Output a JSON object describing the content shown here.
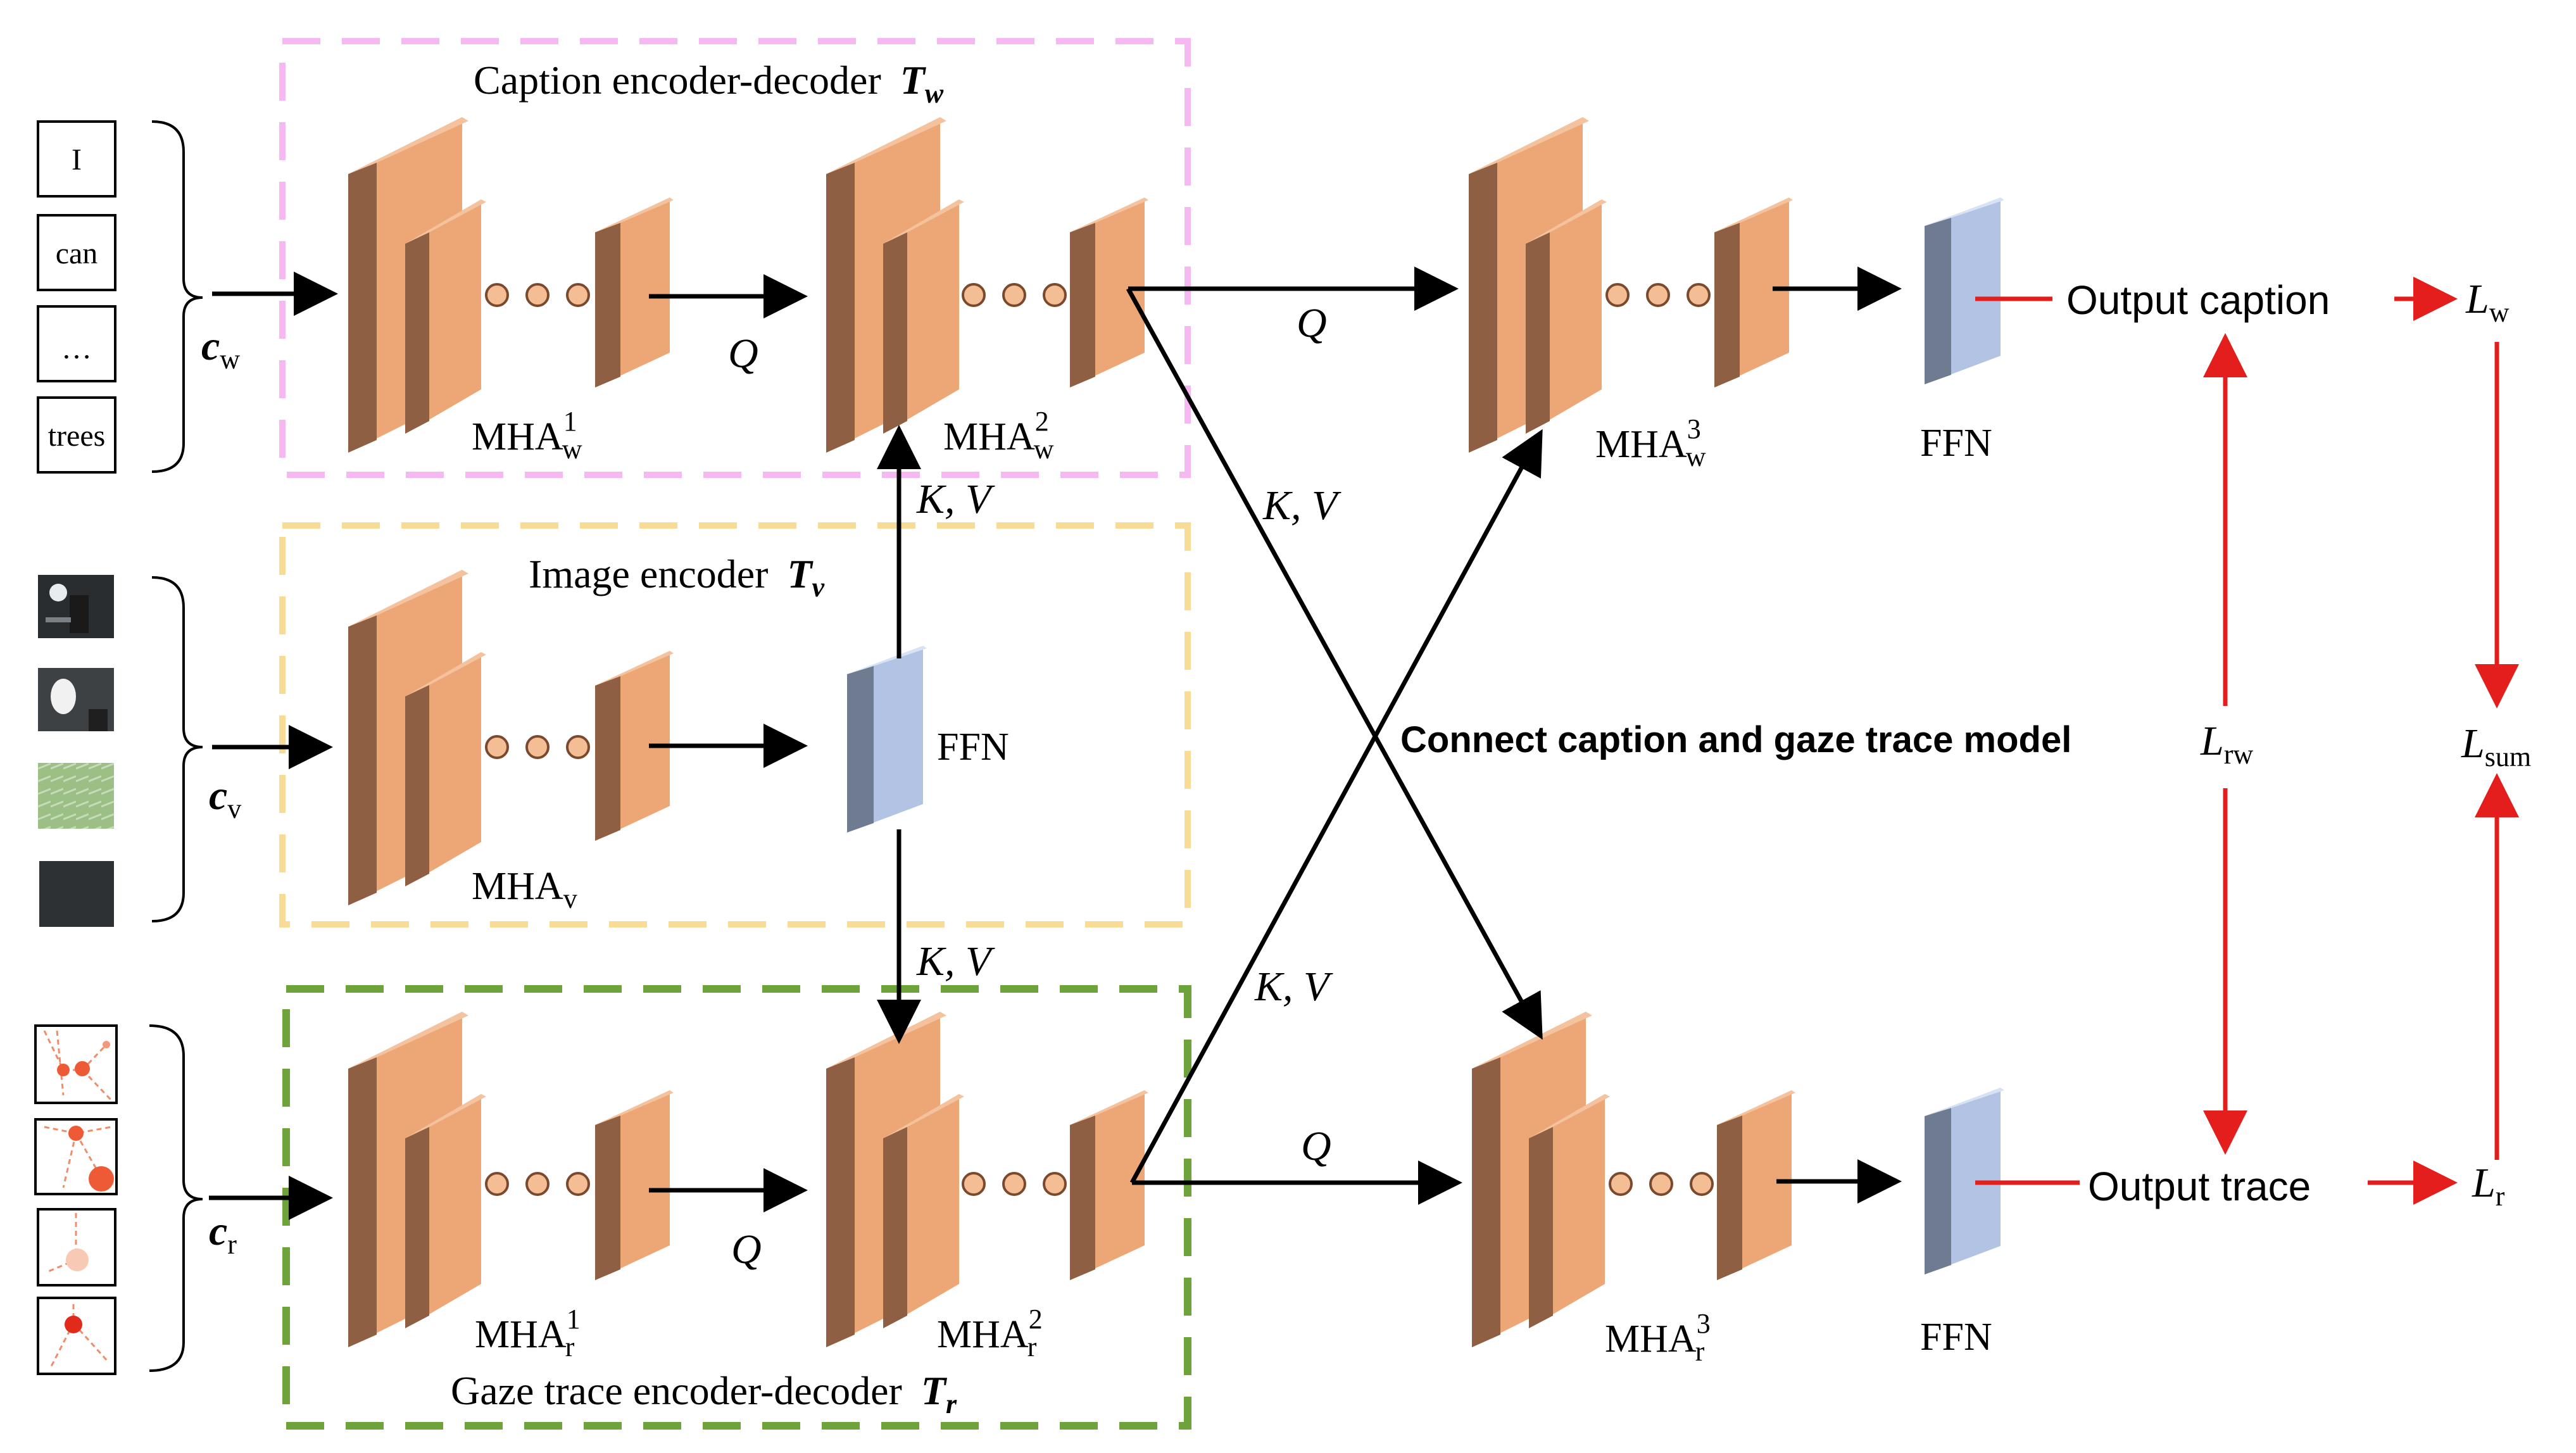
{
  "colors": {
    "caption_box": "#f5b8f0",
    "image_box": "#f8dc96",
    "gaze_box": "#6ea33c",
    "block_front": "#eda777",
    "block_top": "#f4c39d",
    "block_side": "#8f5f43",
    "ffn_front": "#b3c3e4",
    "ffn_top": "#d7e3f5",
    "ffn_side": "#6f7b90",
    "dot_fill": "#f4bd93",
    "dot_stroke": "#7a4a2e",
    "arrow_black": "#000000",
    "arrow_red": "#e41d1d"
  },
  "caption_encoder_decoder": {
    "title": "Caption encoder-decoder",
    "symbol": "T",
    "symbol_sub": "w",
    "mha1_base": "MHA",
    "mha1_sub": "w",
    "mha1_sup": "1",
    "mha2_base": "MHA",
    "mha2_sub": "w",
    "mha2_sup": "2",
    "q_label": "Q"
  },
  "image_encoder": {
    "title": "Image encoder",
    "symbol": "T",
    "symbol_sub": "v",
    "mha_base": "MHA",
    "mha_sub": "v",
    "ffn_label": "FFN"
  },
  "gaze_trace_encoder_decoder": {
    "title": "Gaze trace encoder-decoder",
    "symbol": "T",
    "symbol_sub": "r",
    "mha1_base": "MHA",
    "mha1_sub": "r",
    "mha1_sup": "1",
    "mha2_base": "MHA",
    "mha2_sub": "r",
    "mha2_sup": "2",
    "q_label": "Q"
  },
  "inputs": {
    "caption_tokens": [
      "I",
      "can",
      "…",
      "trees"
    ],
    "cw_base": "c",
    "cw_sub": "w",
    "cv_base": "c",
    "cv_sub": "v",
    "cr_base": "c",
    "cr_sub": "r",
    "image_patch_icons": [
      "tennis-player-patch-icon",
      "racket-patch-icon",
      "grass-patch-icon",
      "dark-patch-icon"
    ],
    "gaze_trace_icons": [
      "gaze-trace-icon-1",
      "gaze-trace-icon-2",
      "gaze-trace-icon-3",
      "gaze-trace-icon-4"
    ]
  },
  "cross_connections": {
    "kv_label": "K, V",
    "q_label": "Q",
    "connect_label": "Connect caption and gaze trace model"
  },
  "decoder_caption": {
    "mha3_base": "MHA",
    "mha3_sub": "w",
    "mha3_sup": "3",
    "ffn_label": "FFN",
    "output_label": "Output caption"
  },
  "decoder_trace": {
    "mha3_base": "MHA",
    "mha3_sub": "r",
    "mha3_sup": "3",
    "ffn_label": "FFN",
    "output_label": "Output trace"
  },
  "losses": {
    "lw_base": "L",
    "lw_sub": "w",
    "lr_base": "L",
    "lr_sub": "r",
    "lrw_base": "L",
    "lrw_sub": "rw",
    "lsum_base": "L",
    "lsum_sub": "sum"
  }
}
